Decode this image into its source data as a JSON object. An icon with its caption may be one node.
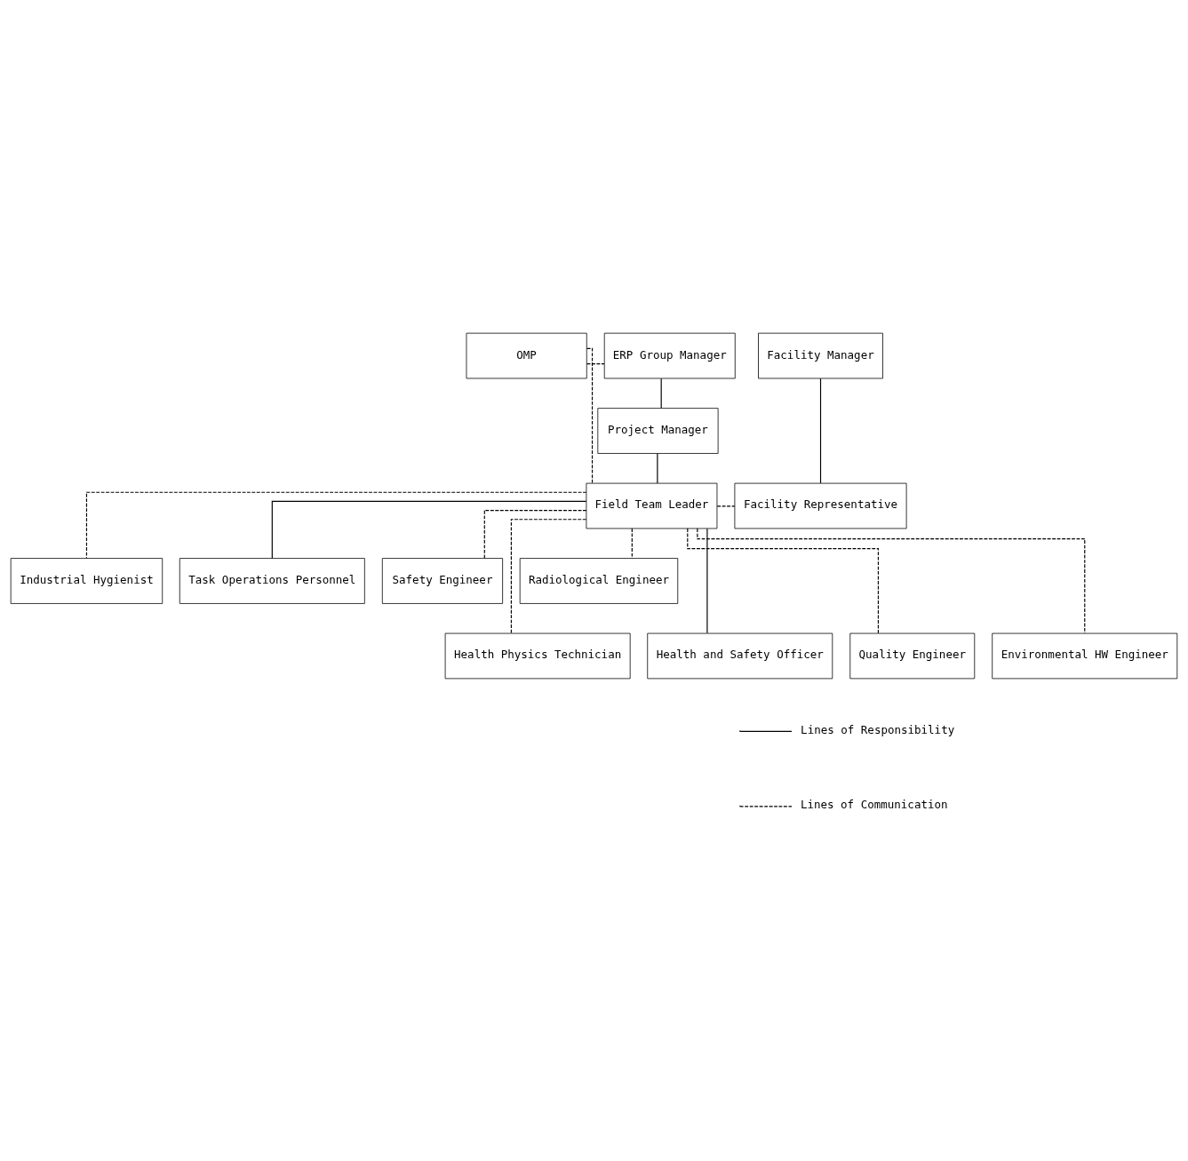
{
  "diagram": {
    "nodes": [
      {
        "text": [
          "OMP"
        ]
      },
      {
        "text": [
          "ERP Group Manager"
        ]
      },
      {
        "text": [
          "Facility Manager"
        ]
      },
      {
        "text": [
          "Project Manager"
        ]
      },
      {
        "text": [
          "Field Team Leader"
        ]
      },
      {
        "text": [
          "Facility Representative"
        ]
      },
      {
        "text": [
          "Industrial Hygienist"
        ]
      },
      {
        "text": [
          "Task Operations Personnel"
        ]
      },
      {
        "text": [
          "Safety Engineer"
        ]
      },
      {
        "text": [
          "Radiological Engineer"
        ]
      },
      {
        "text": [
          "Health Physics Technician"
        ]
      },
      {
        "text": [
          "Health and Safety Officer"
        ]
      },
      {
        "text": [
          "Quality Engineer"
        ]
      },
      {
        "text": [
          "Environmental HW Engineer"
        ]
      }
    ],
    "edges": [
      {
        "from": 0,
        "to": 1,
        "arrow": "none",
        "style": "dashed"
      },
      {
        "from": 1,
        "to": 3,
        "arrow": "none"
      },
      {
        "from": 3,
        "to": 4,
        "arrow": "none"
      },
      {
        "from": 2,
        "to": 5,
        "arrow": "none"
      },
      {
        "from": 0,
        "to": 4,
        "arrow": "none",
        "style": "dashed"
      },
      {
        "from": 4,
        "to": 5,
        "arrow": "none",
        "style": "dashed"
      },
      {
        "from": 4,
        "to": 6,
        "arrow": "none",
        "style": "dashed"
      },
      {
        "from": 4,
        "to": 10,
        "arrow": "none",
        "style": "dashed"
      },
      {
        "from": 4,
        "to": 7,
        "arrow": "none"
      },
      {
        "from": 4,
        "to": 11,
        "arrow": "none"
      },
      {
        "from": 4,
        "to": 8,
        "arrow": "none",
        "style": "dashed"
      },
      {
        "from": 4,
        "to": 12,
        "arrow": "none",
        "style": "dashed"
      },
      {
        "from": 4,
        "to": 9,
        "arrow": "none",
        "style": "dashed"
      },
      {
        "from": 4,
        "to": 13,
        "arrow": "none",
        "style": "dashed"
      }
    ],
    "legend": [
      {
        "text": "Lines of Responsibility"
      },
      {
        "text": "Lines of Communication"
      }
    ]
  }
}
